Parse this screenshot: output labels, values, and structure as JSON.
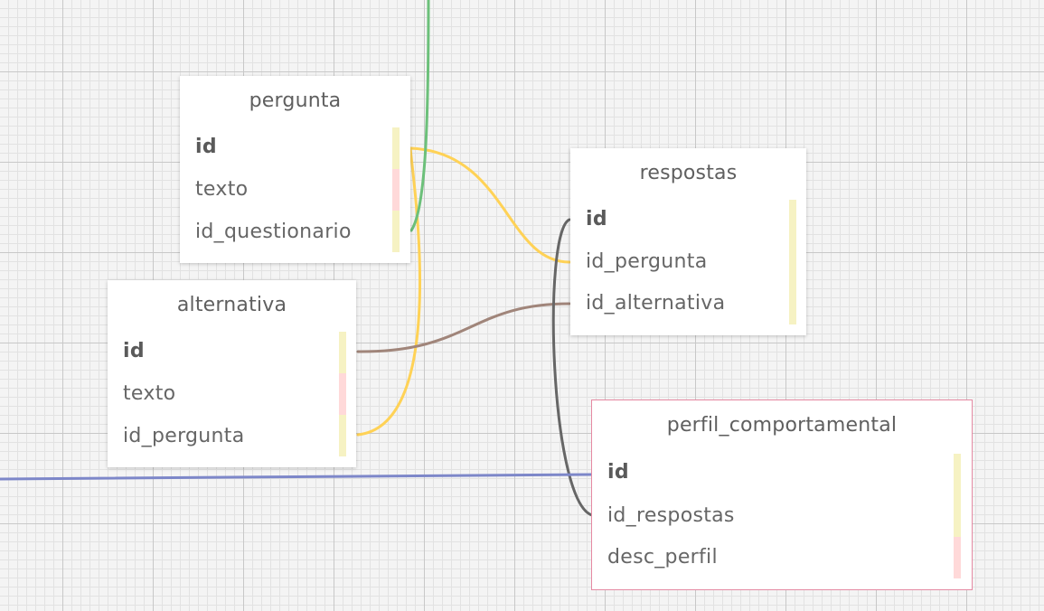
{
  "colors": {
    "pk_marker": "#f6f2c3",
    "fk_marker": "#ffd9d9",
    "selected_border": "#e58aa3",
    "link_yellow": "#ffd256",
    "link_green": "#6cc07a",
    "link_brown": "#a0857a",
    "link_gray": "#666666",
    "link_blue": "#7d87c9"
  },
  "tables": {
    "pergunta": {
      "name": "pergunta",
      "fields": [
        "id",
        "texto",
        "id_questionario"
      ]
    },
    "respostas": {
      "name": "respostas",
      "fields": [
        "id",
        "id_pergunta",
        "id_alternativa"
      ]
    },
    "alternativa": {
      "name": "alternativa",
      "fields": [
        "id",
        "texto",
        "id_pergunta"
      ]
    },
    "perfil_comportamental": {
      "name": "perfil_comportamental",
      "fields": [
        "id",
        "id_respostas",
        "desc_perfil"
      ]
    }
  }
}
